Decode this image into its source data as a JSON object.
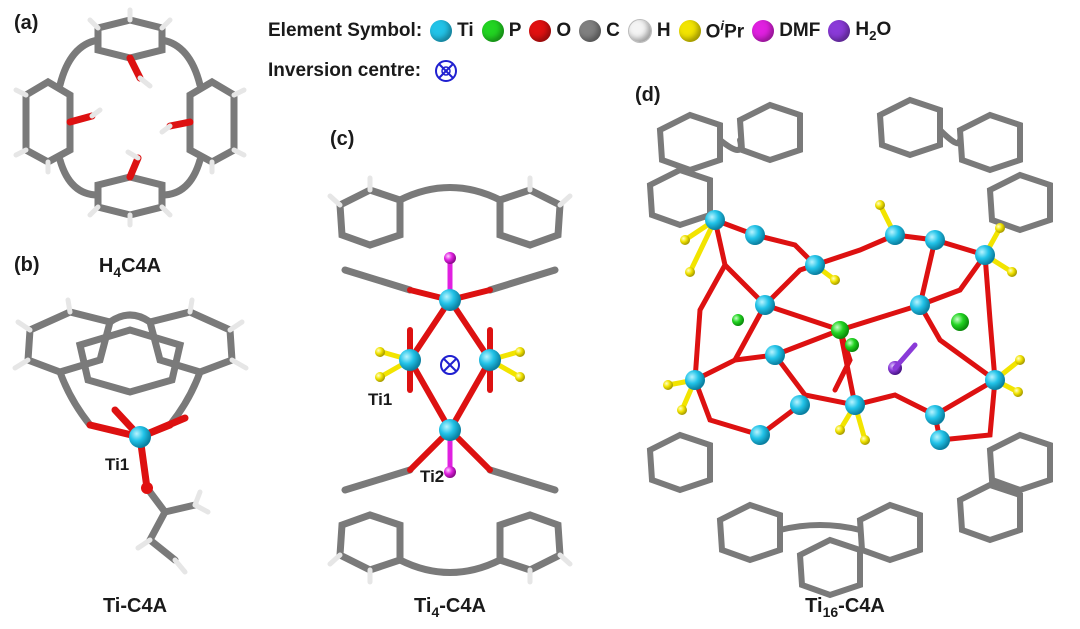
{
  "panels": {
    "a": {
      "label": "(a)",
      "caption_main": "H",
      "caption_sub": "4",
      "caption_rest": "C4A"
    },
    "b": {
      "label": "(b)",
      "caption": "Ti-C4A",
      "atom": "Ti1"
    },
    "c": {
      "label": "(c)",
      "caption_main": "Ti",
      "caption_sub": "4",
      "caption_rest": "-C4A",
      "atoms": [
        "Ti1",
        "Ti2"
      ]
    },
    "d": {
      "label": "(d)",
      "caption_main": "Ti",
      "caption_sub": "16",
      "caption_rest": "-C4A"
    }
  },
  "legend": {
    "title": "Element Symbol:",
    "items": [
      {
        "name": "Ti",
        "color": "#22c3e8"
      },
      {
        "name": "P",
        "color": "#22d422"
      },
      {
        "name": "O",
        "color": "#e01010"
      },
      {
        "name": "C",
        "color": "#808080"
      },
      {
        "name": "H",
        "color": "#f4f4f4"
      },
      {
        "name": "OiPr",
        "main": "O",
        "sup": "i",
        "rest": "Pr",
        "color": "#f2e400"
      },
      {
        "name": "DMF",
        "color": "#e020e0"
      },
      {
        "name": "H2O",
        "main": "H",
        "sub": "2",
        "rest": "O",
        "color": "#8a3ad8"
      }
    ],
    "inversion_label": "Inversion centre:",
    "inversion_color": "#2020d0"
  },
  "colors": {
    "bond_c": "#7a7a7a",
    "bond_o": "#dd1111",
    "ti": "#22c3e8",
    "p": "#22d422",
    "h": "#eeeeee",
    "oipr": "#f2e400",
    "dmf": "#e020e0",
    "h2o": "#8a3ad8"
  }
}
